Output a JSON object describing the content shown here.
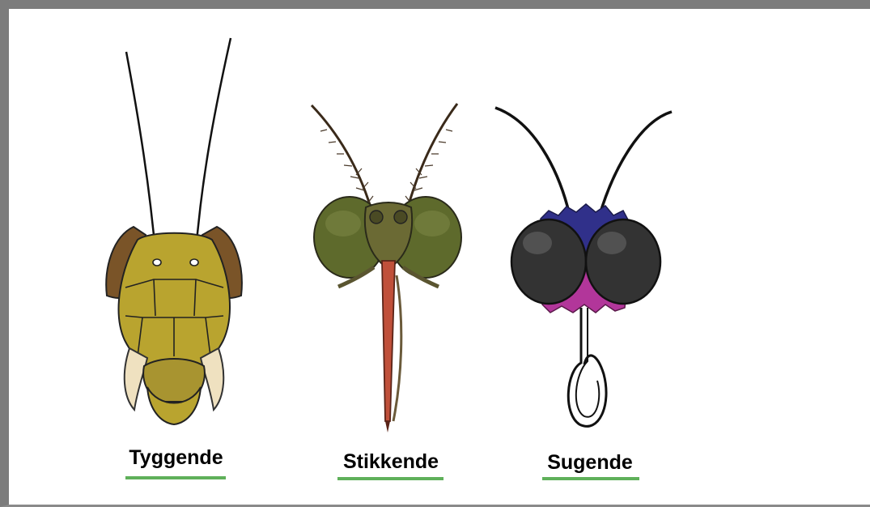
{
  "labels": {
    "chewing": "Tyggende",
    "piercing": "Stikkende",
    "sucking": "Sugende"
  },
  "colors": {
    "frame": "#7c7c7c",
    "underline": "#5fb05a",
    "chewing_head": "#b9a42f",
    "chewing_eye": "#7a5428",
    "piercing_eye": "#5e6a2c",
    "proboscis": "#c0503a",
    "sucking_head": "#30308a",
    "sucking_mouth": "#b2369a",
    "sucking_eye": "#333333"
  }
}
